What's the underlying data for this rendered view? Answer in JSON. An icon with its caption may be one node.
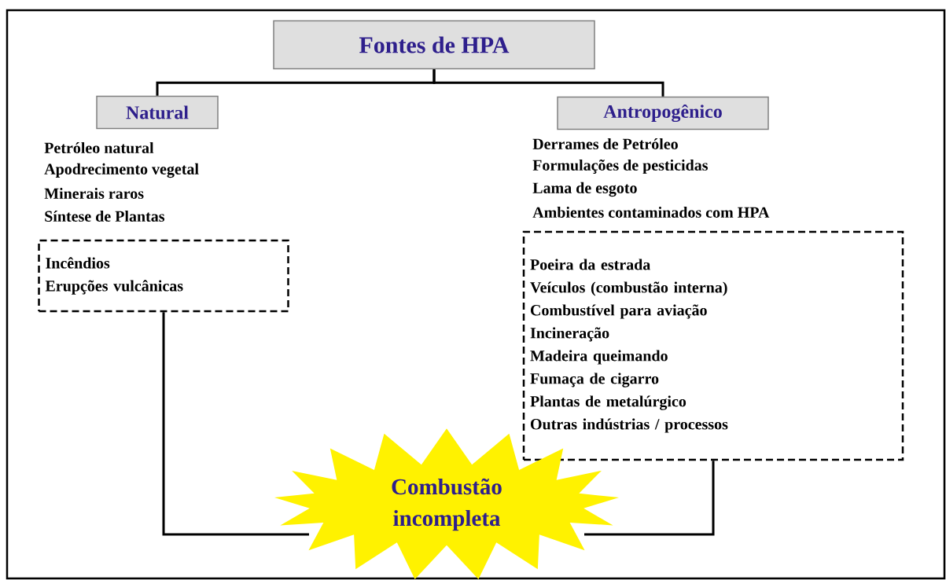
{
  "diagram": {
    "nodes": [
      {
        "text": [
          "Fontes de HPA"
        ]
      },
      {
        "text": [
          "Natural"
        ]
      },
      {
        "text": [
          "Antropogênico"
        ]
      },
      {
        "text": [
          "Incêndios",
          "Erupções vulcânicas"
        ]
      },
      {
        "text": [
          "Poeira da estrada",
          "Veículos (combustão interna)",
          "Combustível para aviação",
          "Incineração",
          "Madeira queimando",
          "Fumaça de cigarro",
          "Plantas de metalúrgico",
          "Outras indústrias / processos"
        ]
      },
      {
        "text": [
          "Combustão incompleta"
        ]
      }
    ],
    "edges": [
      {
        "from": 0,
        "to": 1,
        "arrow": "none"
      },
      {
        "from": 0,
        "to": 2,
        "arrow": "none"
      },
      {
        "from": 3,
        "to": 5,
        "arrow": "none"
      },
      {
        "from": 4,
        "to": 5,
        "arrow": "none"
      }
    ],
    "labels": [
      "Petróleo natural",
      "Apodrecimento vegetal",
      "Minerais raros",
      "Síntese de Plantas",
      "Derrames de Petróleo",
      "Formulações de pesticidas",
      "Lama de esgoto",
      "Ambientes contaminados com HPA"
    ]
  }
}
